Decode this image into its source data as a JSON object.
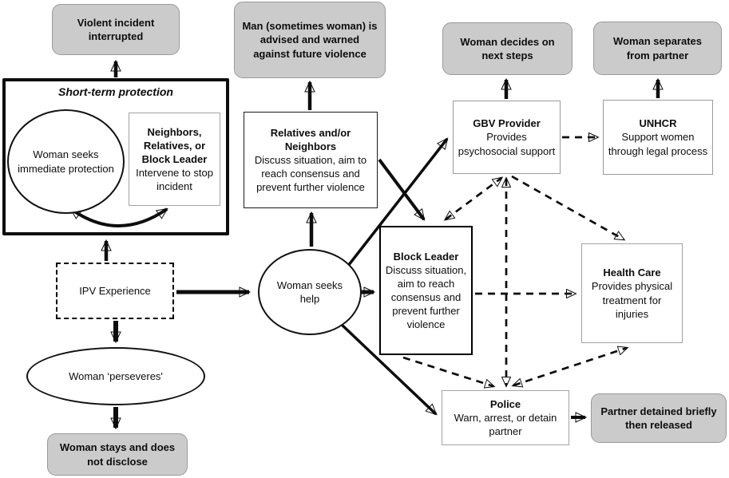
{
  "diagram": {
    "title_hint": "IPV help-seeking pathways flow diagram",
    "colors": {
      "outcome_fill": "#cbcbcb",
      "outcome_border": "#9a9a9a",
      "line": "#0d0d0d",
      "background": "#ffffff"
    },
    "nodes": {
      "violent_incident": {
        "text": "Violent incident interrupted"
      },
      "short_term": {
        "label": "Short-term protection"
      },
      "woman_immediate": {
        "text": "Woman seeks immediate protection"
      },
      "neighbors": {
        "title": "Neighbors, Relatives, or Block Leader",
        "body": "Intervene to stop incident"
      },
      "man_advised": {
        "text": "Man (sometimes woman) is advised and warned against future violence"
      },
      "relatives": {
        "title": "Relatives and/or Neighbors",
        "body": "Discuss situation, aim to reach consensus and prevent further violence"
      },
      "ipv": {
        "text": "IPV Experience"
      },
      "woman_help": {
        "text": "Woman seeks help"
      },
      "perseveres": {
        "text": "Woman ‘perseveres'"
      },
      "woman_stays": {
        "text": "Woman stays and does not disclose"
      },
      "block_leader": {
        "title": "Block Leader",
        "body": "Discuss situation, aim to reach consensus and prevent further violence"
      },
      "woman_decides": {
        "text": "Woman decides on next steps"
      },
      "woman_separates": {
        "text": "Woman separates from partner"
      },
      "gbv": {
        "title": "GBV Provider",
        "body": "Provides psychosocial support"
      },
      "unhcr": {
        "title": "UNHCR",
        "body": "Support women through legal process"
      },
      "health": {
        "title": "Health Care",
        "body": "Provides physical treatment for injuries"
      },
      "police": {
        "title": "Police",
        "body": "Warn, arrest, or detain partner"
      },
      "partner_detained": {
        "text": "Partner detained briefly then released"
      }
    },
    "edges": [
      {
        "from": "short_term",
        "to": "violent_incident",
        "style": "solid",
        "heads": 1
      },
      {
        "from": "woman_immediate",
        "to": "neighbors",
        "style": "solid-curved",
        "heads": 2
      },
      {
        "from": "ipv",
        "to": "short_term",
        "style": "solid",
        "heads": 1
      },
      {
        "from": "ipv",
        "to": "woman_help",
        "style": "solid",
        "heads": 1
      },
      {
        "from": "ipv",
        "to": "perseveres",
        "style": "solid",
        "heads": 1
      },
      {
        "from": "perseveres",
        "to": "woman_stays",
        "style": "solid",
        "heads": 1
      },
      {
        "from": "relatives",
        "to": "man_advised",
        "style": "solid",
        "heads": 1
      },
      {
        "from": "woman_help",
        "to": "relatives",
        "style": "solid",
        "heads": 1
      },
      {
        "from": "woman_help",
        "to": "gbv",
        "style": "solid",
        "heads": 1
      },
      {
        "from": "relatives",
        "to": "block_leader",
        "style": "solid",
        "heads": 1
      },
      {
        "from": "woman_help",
        "to": "block_leader",
        "style": "solid",
        "heads": 1
      },
      {
        "from": "woman_help",
        "to": "police",
        "style": "solid",
        "heads": 1
      },
      {
        "from": "gbv",
        "to": "woman_decides",
        "style": "solid",
        "heads": 1
      },
      {
        "from": "unhcr",
        "to": "woman_separates",
        "style": "solid",
        "heads": 1
      },
      {
        "from": "police",
        "to": "partner_detained",
        "style": "solid",
        "heads": 1
      },
      {
        "from": "gbv",
        "to": "unhcr",
        "style": "dashed",
        "heads": 1
      },
      {
        "from": "block_leader",
        "to": "gbv",
        "style": "dashed",
        "heads": 2
      },
      {
        "from": "gbv",
        "to": "health",
        "style": "dashed",
        "heads": 1
      },
      {
        "from": "gbv",
        "to": "police",
        "style": "dashed",
        "heads": 2
      },
      {
        "from": "block_leader",
        "to": "health",
        "style": "dashed",
        "heads": 1
      },
      {
        "from": "block_leader",
        "to": "police",
        "style": "dashed",
        "heads": 1
      },
      {
        "from": "police",
        "to": "health",
        "style": "dashed",
        "heads": 2
      }
    ]
  }
}
